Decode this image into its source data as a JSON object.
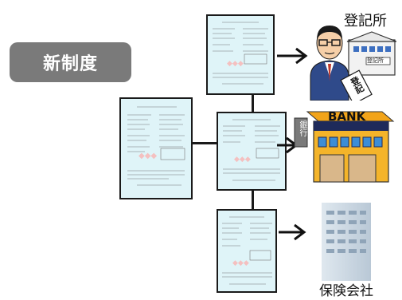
{
  "badge": {
    "label": "新制度"
  },
  "targets": {
    "registry": {
      "label": "登記所"
    },
    "bank": {
      "sign": "BANK",
      "vertical_sign": "銀行"
    },
    "insurance": {
      "label": "保険会社"
    }
  },
  "registry_building_sign": "登記所",
  "registry_paper_text": "登記"
}
